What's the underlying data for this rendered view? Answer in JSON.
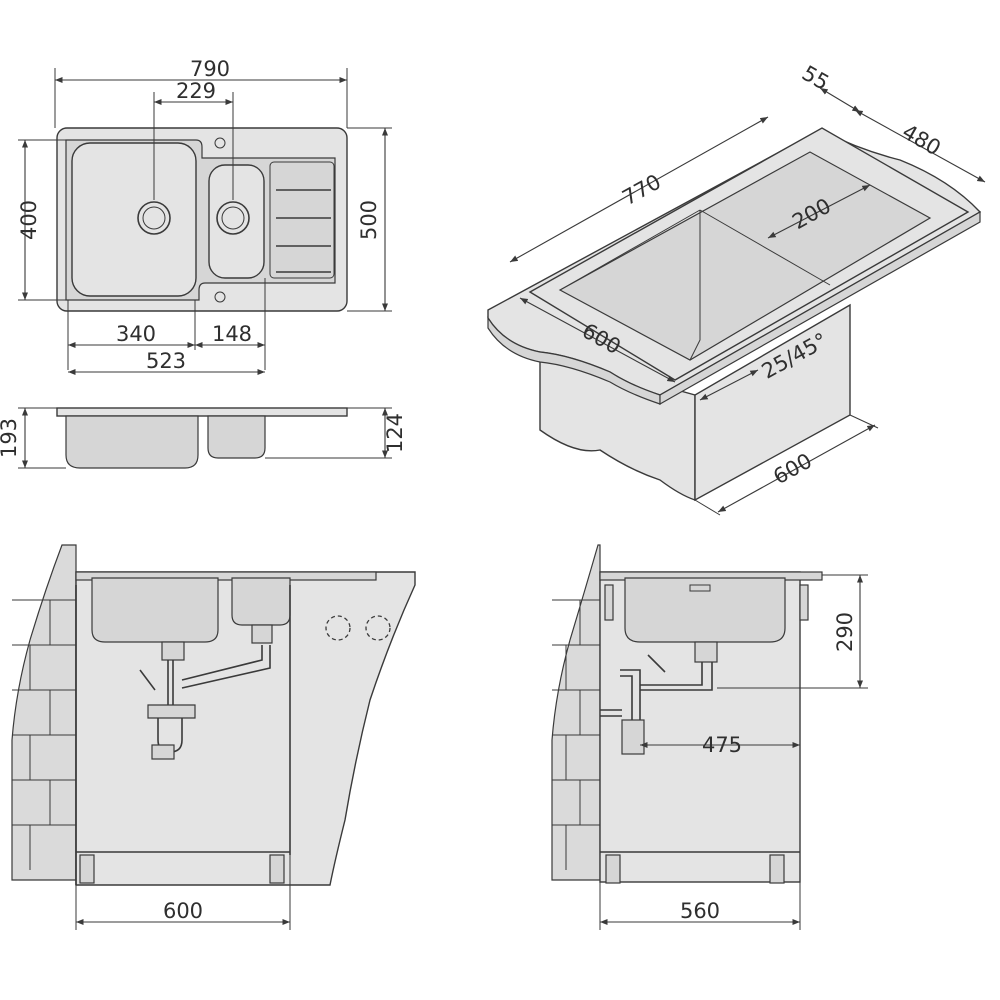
{
  "top_view": {
    "dim_width_total": "790",
    "dim_bowl_center_spacing": "229",
    "dim_depth_inner": "400",
    "dim_depth_total": "500",
    "dim_main_bowl_width": "340",
    "dim_small_bowl_width": "148",
    "dim_bowls_total_width": "523"
  },
  "side_view": {
    "dim_main_bowl_depth": "193",
    "dim_small_bowl_depth": "124"
  },
  "iso_view": {
    "dim_length": "770",
    "dim_rim": "55",
    "dim_width": "480",
    "dim_bowl": "200",
    "dim_cabinet_front": "600",
    "dim_angle": "25/45°",
    "dim_cabinet_depth": "600"
  },
  "front_install": {
    "dim_cabinet_width": "600"
  },
  "side_install": {
    "dim_drain_height": "290",
    "dim_drain_offset": "475",
    "dim_cabinet_depth": "560"
  },
  "colors": {
    "line": "#3a3a3a",
    "fill": "#e4e4e4",
    "text": "#2f2f2f"
  }
}
